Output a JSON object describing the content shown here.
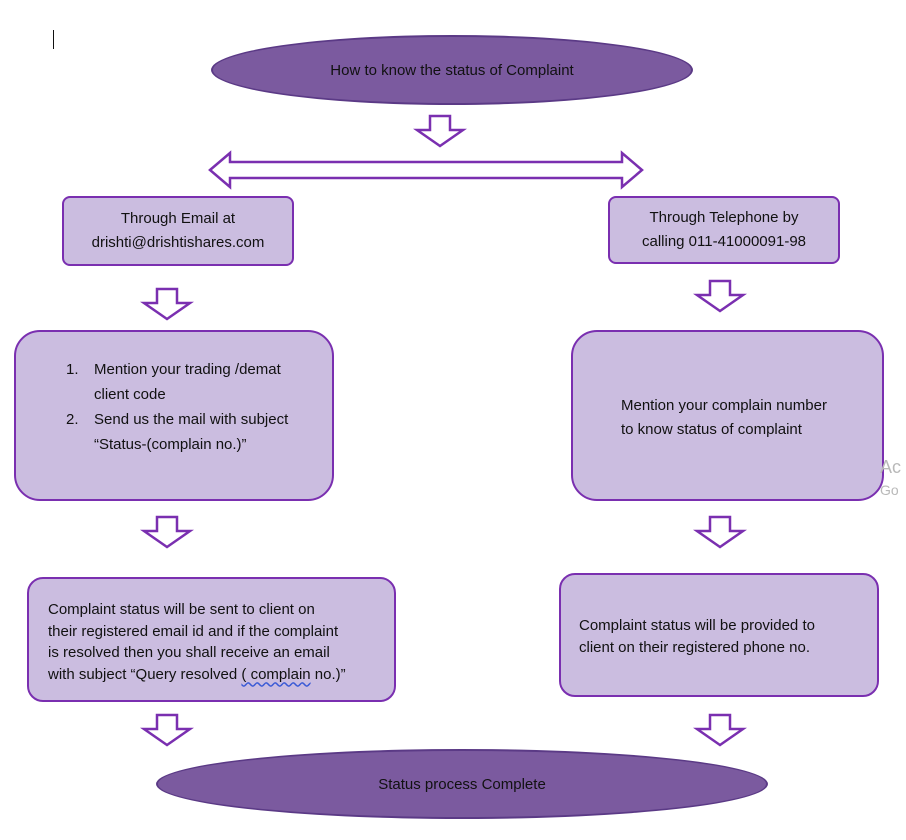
{
  "title": "How to know the status of Complaint",
  "email_branch": {
    "header_line1": "Through Email at",
    "header_line2": "drishti@drishtishares.com",
    "steps": [
      {
        "num": "1.",
        "line1": "Mention your trading /demat",
        "line2": "client code"
      },
      {
        "num": "2.",
        "line1": "Send us the mail with subject",
        "line2": "“Status-(complain no.)”"
      }
    ],
    "result_line1": "Complaint status will be sent to client on",
    "result_line2": "their registered email id and if the complaint",
    "result_line3": "is resolved then you shall receive an email",
    "result_line4_pre": "with subject “Query resolved ",
    "result_line4_wavy": "( complain",
    "result_line4_post": " no.)”"
  },
  "phone_branch": {
    "header_line1": "Through Telephone by",
    "header_line2": "calling 011-41000091-98",
    "step_line1": "Mention your complain number",
    "step_line2": "to know status of complaint",
    "result_line1": "Complaint status will be provided to",
    "result_line2": "client on their registered phone no."
  },
  "end": "Status process Complete",
  "side_ghost": {
    "a": "Ac",
    "b": "Go"
  },
  "colors": {
    "oval_fill": "#7b5a9f",
    "box_fill": "#cbbde0",
    "box_border": "#7a2fb0",
    "arrow_stroke": "#7a2fb0"
  }
}
